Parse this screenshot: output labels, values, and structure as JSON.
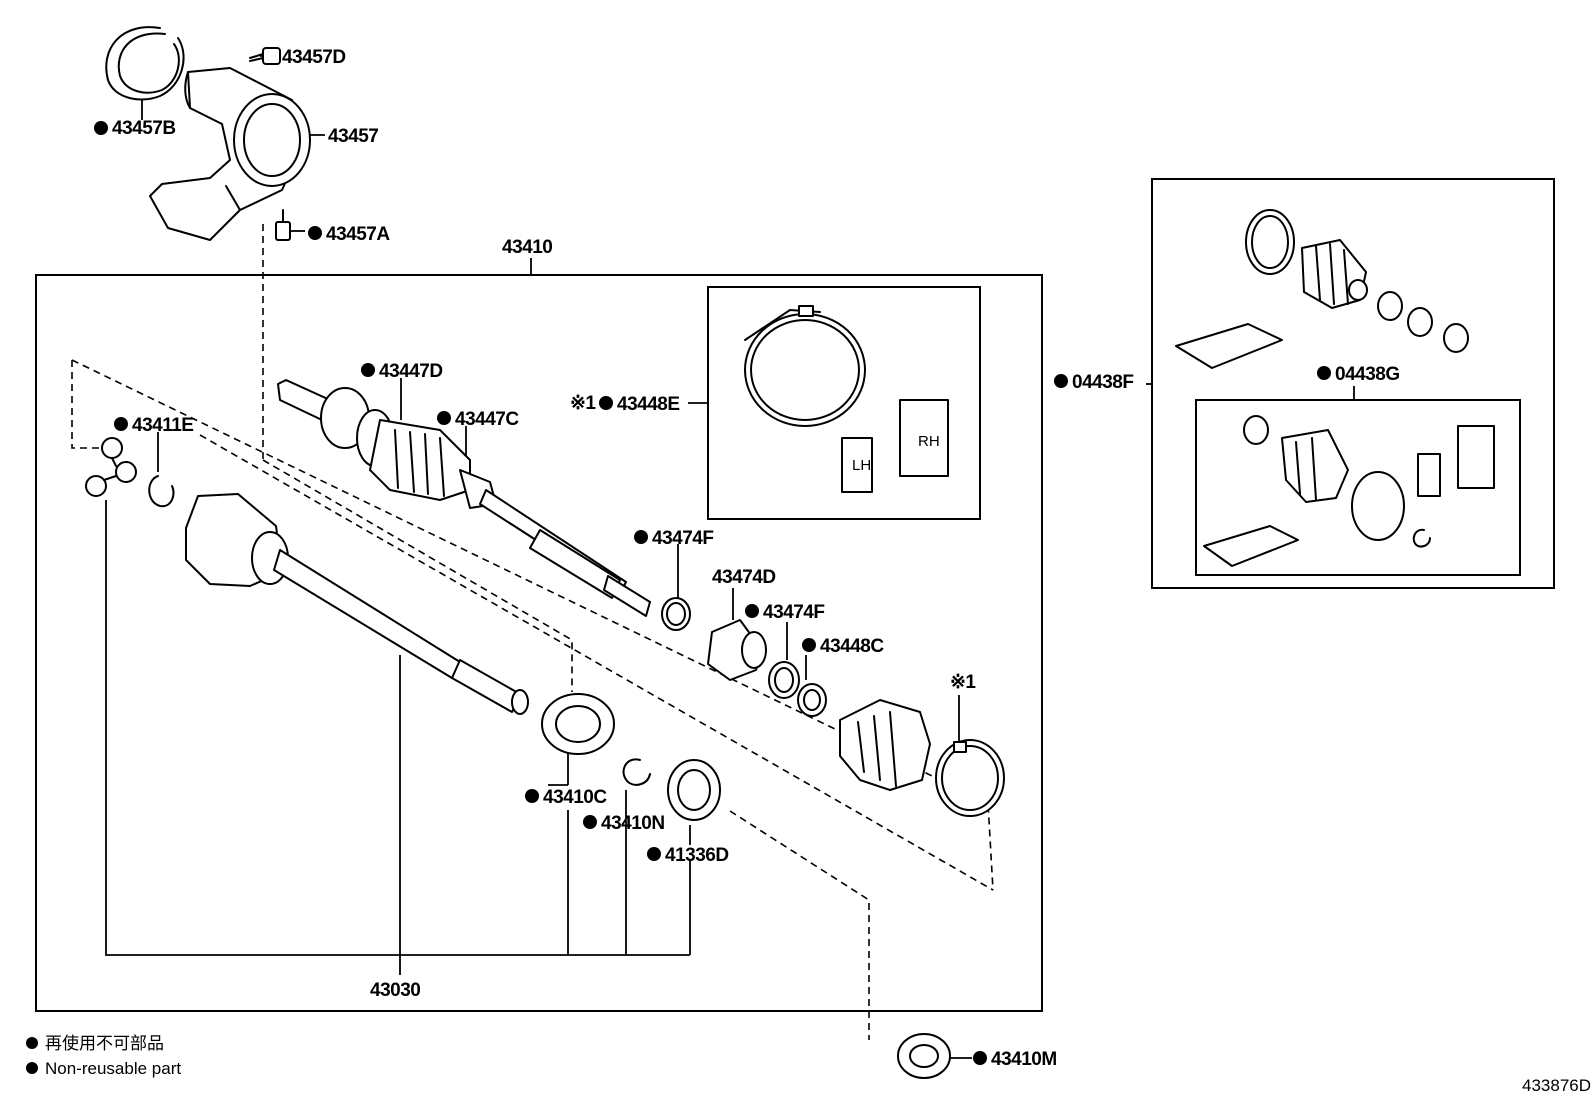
{
  "diagram_id": "433876D",
  "legend": {
    "line_jp": "再使用不可部品",
    "line_en": "Non-reusable part"
  },
  "labels": {
    "p43457D": "43457D",
    "p43457B": "43457B",
    "p43457": "43457",
    "p43457A": "43457A",
    "p43410": "43410",
    "p43447D": "43447D",
    "p43447C": "43447C",
    "p43448E": "43448E",
    "p43448E_prefix": "※1",
    "p43411E": "43411E",
    "p43474F_a": "43474F",
    "p43474D": "43474D",
    "p43474F_b": "43474F",
    "p43448C": "43448C",
    "mark1": "※1",
    "p43410C": "43410C",
    "p43410N": "43410N",
    "p41336D": "41336D",
    "p43030": "43030",
    "p43410M": "43410M",
    "p04438F": "04438F",
    "p04438G": "04438G"
  },
  "bullet_glyph": "●"
}
